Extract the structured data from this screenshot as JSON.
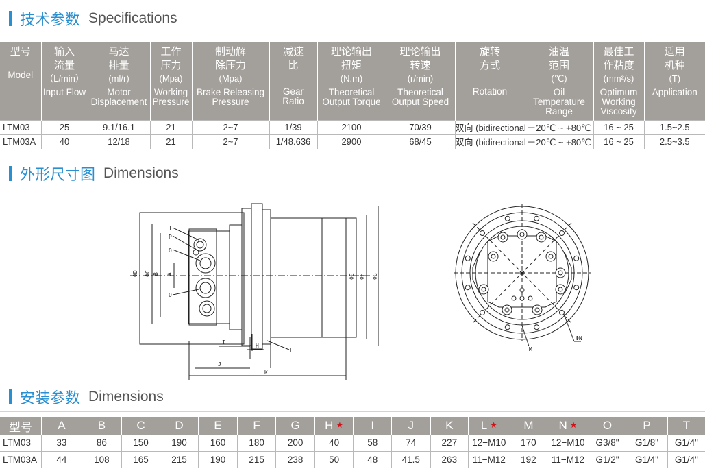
{
  "sections": {
    "specs": {
      "cn": "技术参数",
      "en": "Specifications"
    },
    "dimensions": {
      "cn": "外形尺寸图",
      "en": "Dimensions"
    },
    "install": {
      "cn": "安装参数",
      "en": "Dimensions"
    }
  },
  "spec_table": {
    "headers": [
      {
        "cn": "型号",
        "unit": "",
        "en": "Model"
      },
      {
        "cn": "输入\n流量",
        "unit": "（L/min）",
        "en": "Input Flow"
      },
      {
        "cn": "马达\n排量",
        "unit": "(ml/r)",
        "en": "Motor\nDisplacement"
      },
      {
        "cn": "工作\n压力",
        "unit": "(Mpa)",
        "en": "Working\nPressure"
      },
      {
        "cn": "制动解\n除压力",
        "unit": "(Mpa)",
        "en": "Brake Releasing\nPressure"
      },
      {
        "cn": "减速\n比",
        "unit": "",
        "en": "Gear\nRatio"
      },
      {
        "cn": "理论输出\n扭矩",
        "unit": "(N.m)",
        "en": "Theoretical\nOutput Torque"
      },
      {
        "cn": "理论输出\n转速",
        "unit": "(r/min)",
        "en": "Theoretical\nOutput Speed"
      },
      {
        "cn": "旋转\n方式",
        "unit": "",
        "en": "Rotation"
      },
      {
        "cn": "油温\n范围",
        "unit": "(℃)",
        "en": "Oil\nTemperature\nRange"
      },
      {
        "cn": "最佳工\n作粘度",
        "unit": "(mm²/s)",
        "en": "Optimum\nWorking\nViscosity"
      },
      {
        "cn": "适用\n机种",
        "unit": "(T)",
        "en": "Application"
      }
    ],
    "rows": [
      [
        "LTM03",
        "25",
        "9.1/16.1",
        "21",
        "2~7",
        "1/39",
        "2100",
        "70/39",
        "双向 (bidirectional)",
        "－20℃ ~ +80℃",
        "16 ~ 25",
        "1.5~2.5"
      ],
      [
        "LTM03A",
        "40",
        "12/18",
        "21",
        "2~7",
        "1/48.636",
        "2900",
        "68/45",
        "双向 (bidirectional",
        "－20℃ ~ +80℃",
        "16 ~ 25",
        "2.5~3.5"
      ]
    ]
  },
  "drawing_labels": {
    "T": "T",
    "P": "P",
    "O1": "O",
    "O2": "O",
    "phiD": "ΦD",
    "phiC": "ΦC",
    "B": "B",
    "A": "A",
    "phiE": "ΦE",
    "phiF": "ΦF",
    "phiG": "ΦG",
    "I": "I",
    "H": "H",
    "L": "L",
    "J": "J",
    "K": "K",
    "M": "M",
    "phiN": "ΦN"
  },
  "install_table": {
    "headers": [
      {
        "label": "型号",
        "star": false
      },
      {
        "label": "A",
        "star": false
      },
      {
        "label": "B",
        "star": false
      },
      {
        "label": "C",
        "star": false
      },
      {
        "label": "D",
        "star": false
      },
      {
        "label": "E",
        "star": false
      },
      {
        "label": "F",
        "star": false
      },
      {
        "label": "G",
        "star": false
      },
      {
        "label": "H",
        "star": true
      },
      {
        "label": "I",
        "star": false
      },
      {
        "label": "J",
        "star": false
      },
      {
        "label": "K",
        "star": false
      },
      {
        "label": "L",
        "star": true
      },
      {
        "label": "M",
        "star": false
      },
      {
        "label": "N",
        "star": true
      },
      {
        "label": "O",
        "star": false
      },
      {
        "label": "P",
        "star": false
      },
      {
        "label": "T",
        "star": false
      }
    ],
    "star_symbol": "★",
    "rows": [
      [
        "LTM03",
        "33",
        "86",
        "150",
        "190",
        "160",
        "180",
        "200",
        "40",
        "58",
        "74",
        "227",
        "12−M10",
        "170",
        "12−M10",
        "G3/8\"",
        "G1/8\"",
        "G1/4\""
      ],
      [
        "LTM03A",
        "44",
        "108",
        "165",
        "215",
        "190",
        "215",
        "238",
        "50",
        "48",
        "41.5",
        "263",
        "11−M12",
        "192",
        "11−M12",
        "G1/2\"",
        "G1/4\"",
        "G1/4\""
      ]
    ]
  },
  "colors": {
    "accent": "#2a8fd0",
    "header_bg": "#a39f9a",
    "star": "#d0121b"
  }
}
